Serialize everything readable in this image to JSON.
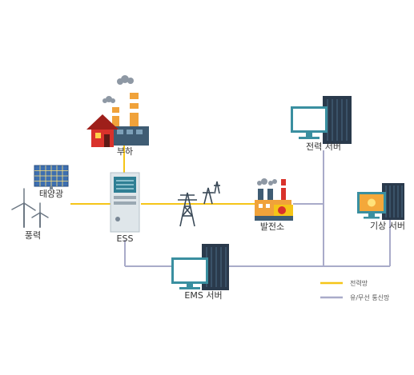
{
  "nodes": {
    "load": "부하",
    "solar": "태양광",
    "wind": "풍력",
    "ess": "ESS",
    "power_plant": "발전소",
    "power_server": "전력 서버",
    "weather_server": "기상 서버",
    "ems_server": "EMS 서버"
  },
  "legend": {
    "power_line": "전력망",
    "comm_line": "유/무선 통신망"
  },
  "colors": {
    "power_line": "#f5c518",
    "comm_line": "#a9abc9",
    "server_dark": "#2a3a4c",
    "server_stripe": "#4a6b84",
    "monitor_screen": "#ffffff",
    "monitor_teal": "#3a8fa0",
    "solar_blue": "#3d6fb0"
  }
}
